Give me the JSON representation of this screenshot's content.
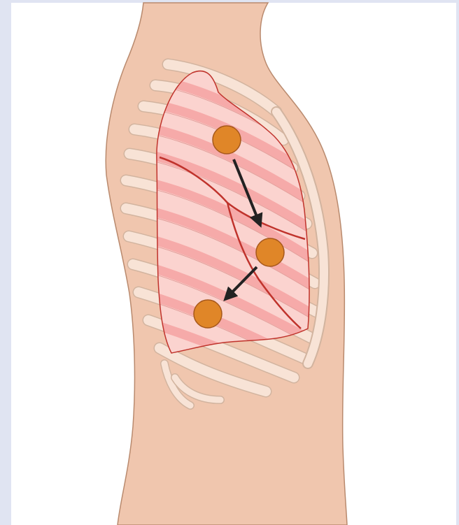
{
  "diagram": {
    "colors": {
      "frame": "#e0e4f2",
      "panel": "#ffffff",
      "skin": "#f0c6ae",
      "skin_outline": "#b98a6e",
      "rib": "#f8e3d6",
      "rib_outline": "#d2b49f",
      "lung_fill": "#fbd3cf",
      "lung_band": "#f6aaa9",
      "lung_outline": "#c0332c",
      "marker": "#e08628",
      "marker_outline": "#a6581a",
      "arrow": "#222222"
    },
    "elements": {
      "torso": "torso-side-view",
      "ribcage": "ribcage",
      "lung": "lung-with-lobes",
      "markers": [
        "auscultation-point-upper",
        "auscultation-point-middle",
        "auscultation-point-lower"
      ],
      "arrows": [
        "arrow-upper-to-middle",
        "arrow-middle-to-lower"
      ]
    }
  }
}
